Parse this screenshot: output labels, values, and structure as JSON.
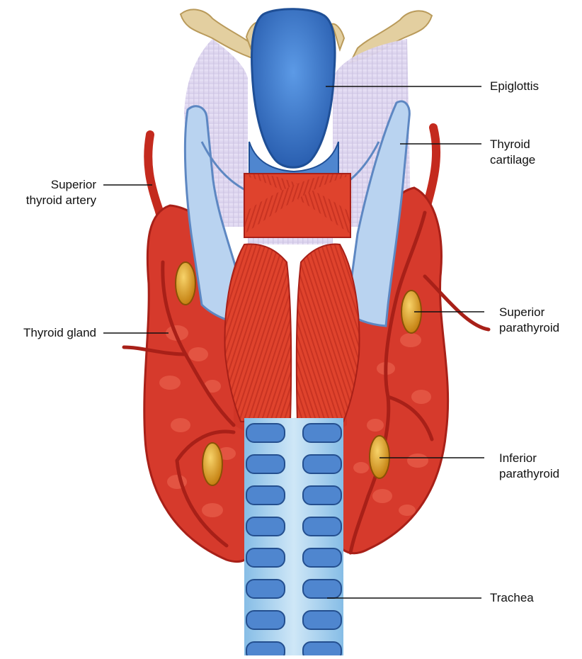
{
  "labels": {
    "epiglottis": "Epiglottis",
    "thyroid_cartilage": [
      "Thyroid",
      "cartilage"
    ],
    "superior_thyroid_artery": [
      "Superior",
      "thyroid artery"
    ],
    "thyroid_gland": "Thyroid gland",
    "superior_parathyroid": [
      "Superior",
      "parathyroid"
    ],
    "inferior_parathyroid": [
      "Inferior",
      "parathyroid"
    ],
    "trachea": "Trachea"
  },
  "colors": {
    "gland_red": "#d63a2c",
    "gland_dark": "#a82018",
    "muscle_red": "#e0462f",
    "cartilage_blue": "#6f9fd8",
    "cartilage_light": "#b9d3f0",
    "epiglottis_blue": "#3f7fd0",
    "hyoid_bone": "#e3cfa0",
    "membrane_lilac": "#e4dcf2",
    "trachea_light": "#a9d3ee",
    "trachea_ring": "#4f86cf",
    "parathyroid_gold": "#e2a21c",
    "artery_red": "#c42a1e"
  },
  "icons": {
    "illustration": "thyroid-anatomy-illustration"
  }
}
